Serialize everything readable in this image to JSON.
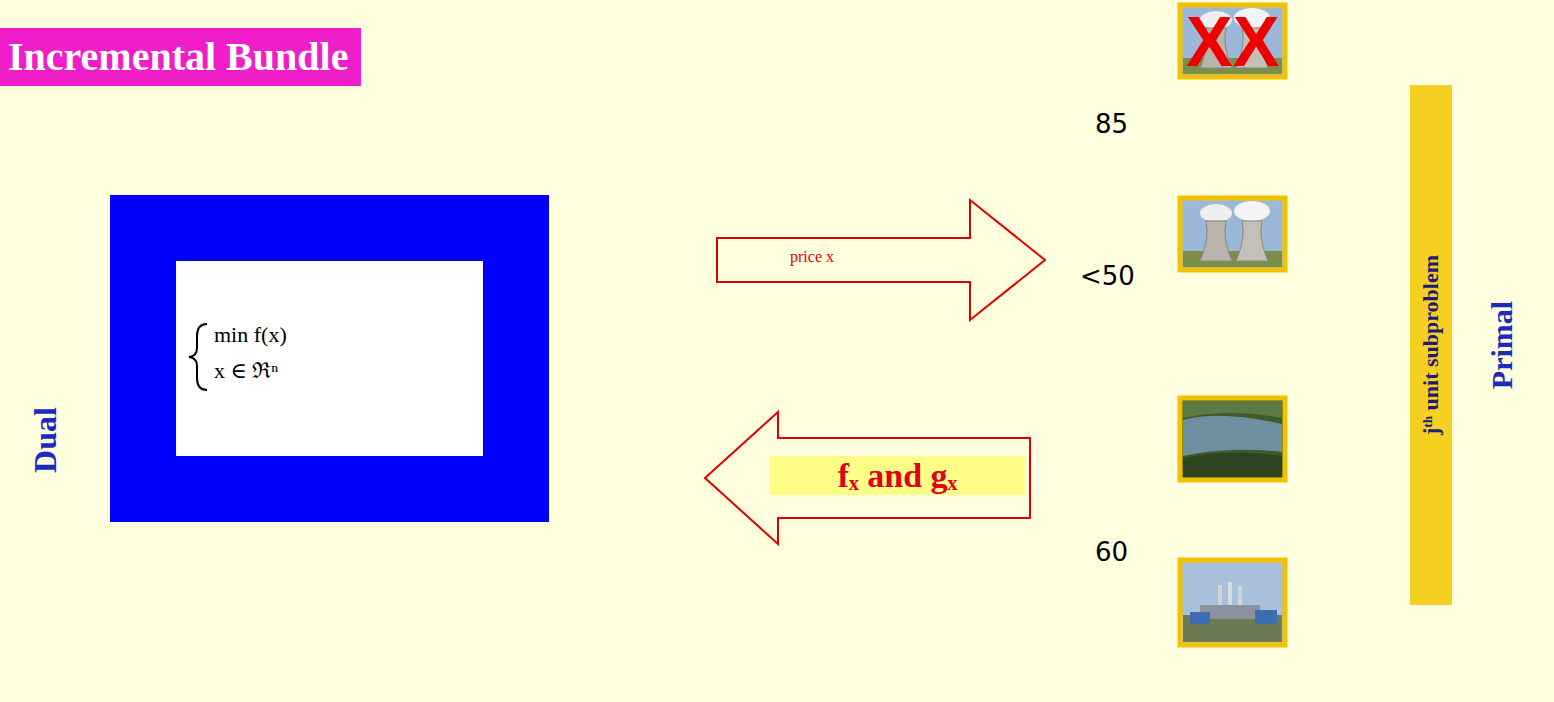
{
  "diagram": {
    "title": "Incremental Bundle",
    "nodes": [
      {
        "text": [
          "min f(x)",
          "x ∈ ℜⁿ"
        ]
      },
      {
        "text": [
          "jᵗʰ unit subproblem"
        ]
      }
    ],
    "labels": [
      "Dual",
      "price x",
      "fₓ and gₓ",
      "XX",
      "85",
      "<50",
      "60",
      "Primal"
    ]
  }
}
